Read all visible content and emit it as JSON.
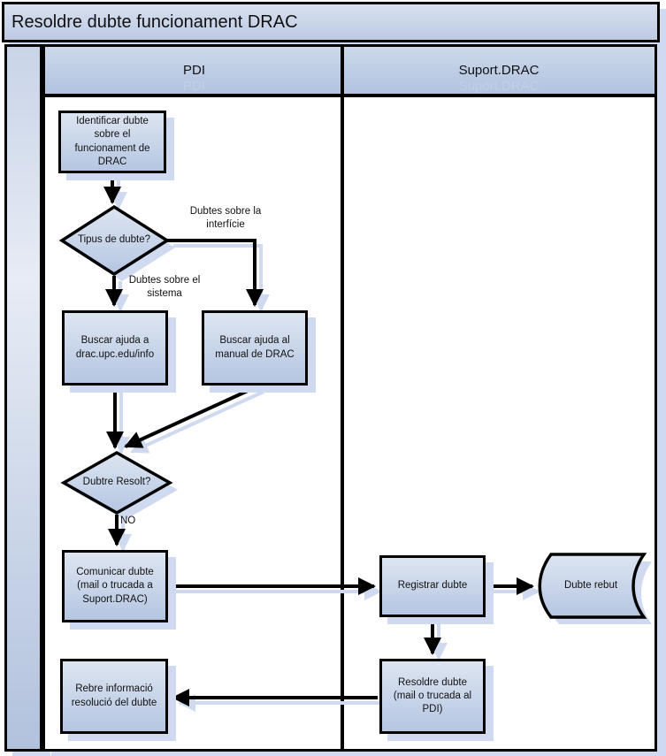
{
  "title": "Resoldre dubte funcionament DRAC",
  "lanes": {
    "pdi": "PDI",
    "suport": "Suport.DRAC"
  },
  "nodes": {
    "identificar": "Identificar dubte sobre el funcionament de DRAC",
    "tipus": "Tipus de dubte?",
    "buscar_info": "Buscar ajuda a drac.upc.edu/info",
    "buscar_manual": "Buscar ajuda al manual de DRAC",
    "resolt": "Dubtre Resolt?",
    "comunicar": "Comunicar dubte (mail o trucada a Suport.DRAC)",
    "rebre": "Rebre informació resolució del dubte",
    "registrar": "Registrar dubte",
    "dubte_rebut": "Dubte rebut",
    "resoldre": "Resoldre dubte (mail o trucada al PDI)"
  },
  "edge_labels": {
    "interficie": "Dubtes sobre la interfície",
    "sistema": "Dubtes sobre el sistema",
    "no": "NO"
  },
  "colors": {
    "shape_fill_top": "#dde5f1",
    "shape_fill_bottom": "#b5c6e2",
    "header_fill_top": "#cdd9eb",
    "header_fill_bottom": "#b1c3df",
    "shadow": "#cfdaf0",
    "line": "#000000",
    "lane_body": "#ffffff"
  }
}
